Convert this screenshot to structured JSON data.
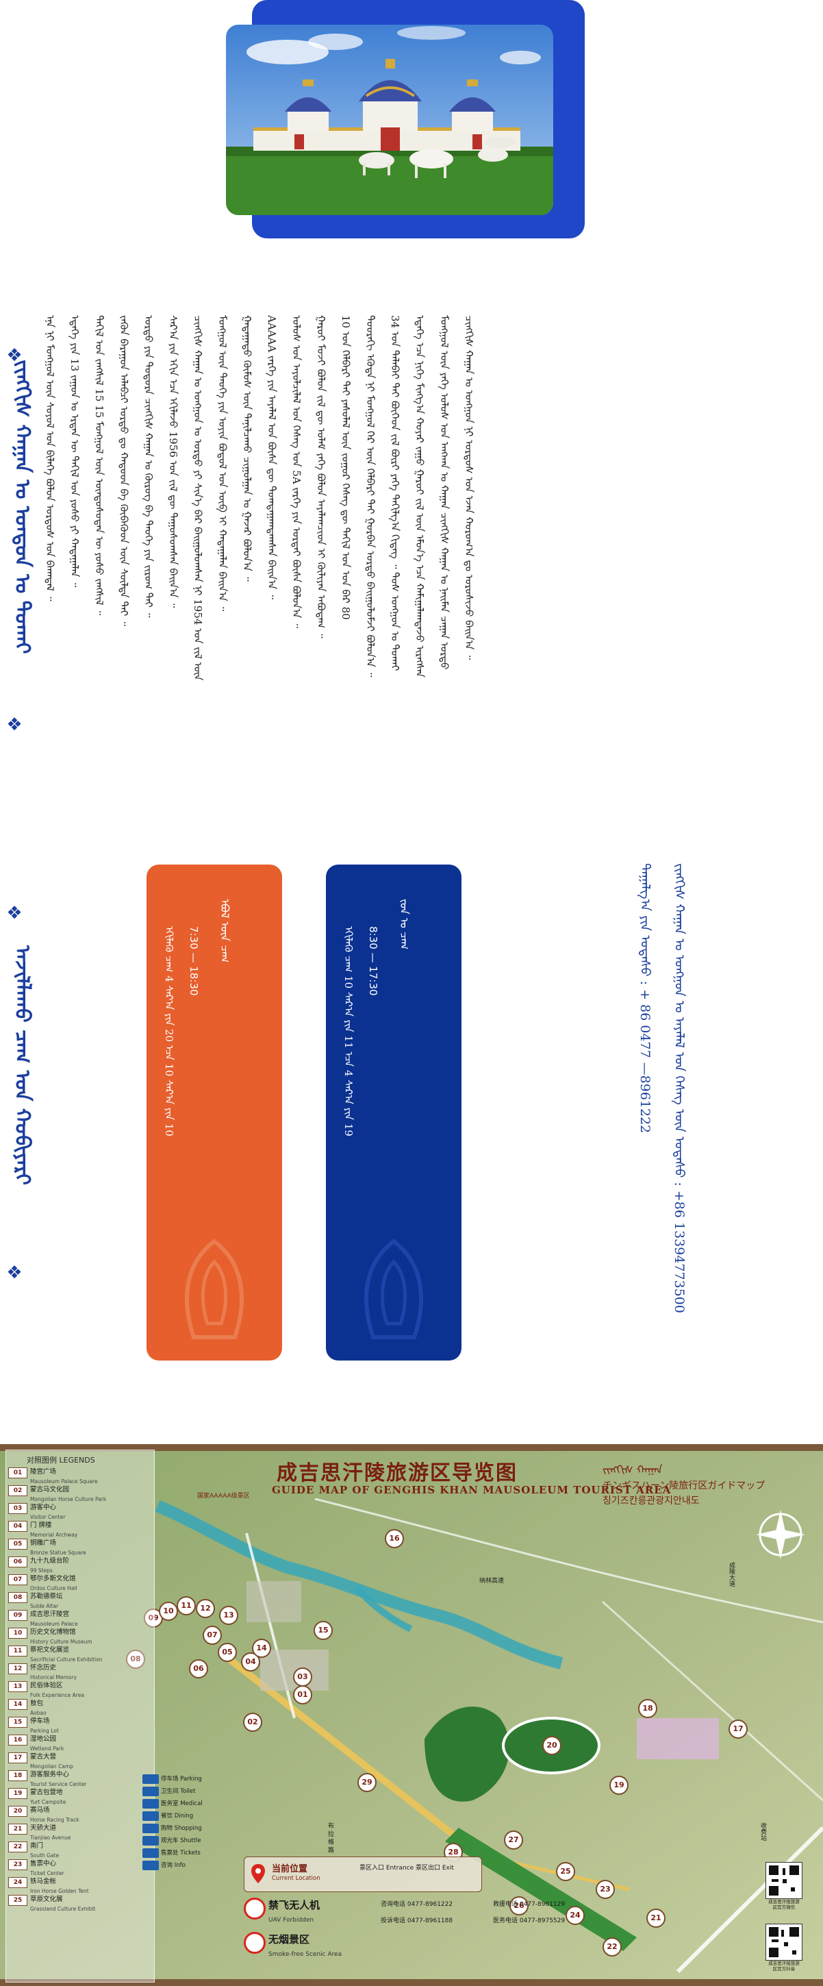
{
  "intro": {
    "heading": "ᠵᠢᠩᠭᠢᠰ ᠬᠠᠭᠠᠨ ᠤ ᠣᠨᠳᠣᠨ ᠤ ᠲᠤᠬᠠᠢ",
    "lines": [
      "ᠴᠢᠩᠭᠢᠰ ᠬᠠᠭᠠᠨ ᠤ ᠣᠩᠭᠣᠨ ᠨᠢ ᠣᠷᠳᠣᠰ ᠤᠨ ᠡᠵᠡᠨ ᠬᠣᠷᠣᠭ᠎ᠠ ᠳᠤ ᠣᠷᠣᠰᠢᠵᠤ ᠪᠠᠢᠨ᠎ᠠ ᠃",
      "ᠮᠣᠩᠭᠣᠯ ᠦᠨ ᠶᠡᠬᠡ ᠤᠯᠤᠰ ᠤᠨ ᠠᠩᠬᠠᠨ ᠤ ᠬᠠᠭᠠᠨ ᠴᠢᠩᠭᠢᠰ ᠬᠠᠭᠠᠨ ᠤ ᠨᠠᠢᠮᠠᠨ ᠴᠠᠭᠠᠨ ᠣᠷᠳᠣ",
      "ᠡᠳᠡᠭᠡ ᠡᠴᠡ ᠨᠢᠭᠡ ᠮᠢᠩᠭ᠎ᠠ ᠬᠣᠶᠠᠷ ᠵᠠᠭᠤ ᠭᠠᠷᠤᠢ ᠵᠢᠯ ᠦᠨ ᠡᠮᠦᠨ᠎ᠡ ᠡᠴᠡ ᠬᠠᠮᠢᠭᠠᠯᠠᠭᠳᠠᠵᠤ ᠢᠷᠡᠭᠰᠡᠨ",
      "34 ᠤᠨ ᠲᠠᠯᠠᠪᠠᠢ ᠲᠠᠢ ᠪᠥᠭᠡᠳ ᠵᠢᠯ ᠪᠦᠷᠢ ᠶᠡᠬᠡ ᠲᠠᠬᠢᠯᠭ᠎ᠠ ᠬᠢᠳᠡᠭ ᠃ ᠲᠤᠰ ᠣᠩᠭᠣᠨ ᠤ ᠲᠤᠬᠠᠢ",
      "ᠳᠣᠣᠷᠠᠬᠢ ᠡᠭᠦᠳᠡ ᠨᠢ ᠮᠣᠩᠭᠣᠯ ᠭᠡᠷ ᠦᠨ ᠬᠡᠯᠪᠡᠷᠢ ᠲᠠᠢ ᠭᠤᠷᠪᠠᠨ ᠣᠷᠳᠣ ᠪᠠᠢᠭᠤᠯᠤᠮᠵᠢ ᠪᠣᠯᠣᠨ᠎ᠠ ᠃",
      "10 ᠤᠨ ᠬᠡᠯᠪᠡᠷᠢ ᠲᠠᠢ ᠶᠠᠰᠤᠯᠠᠯ ᠦᠨ ᠵᠤᠭᠤᠷ ᠬᠡᠰᠡᠭ ᠳᠦ ᠲᠠᠬᠢᠯ ᠤᠨ ᠡᠳ ᠪᠠᠷ 80",
      "ᠭᠠᠷᠤᠢ ᠮᠤᠵᠢ ᠪᠣᠯᠤᠨ ᠵᠢᠯ ᠳᠦ ᠤᠯᠠᠮ ᠶᠡᠬᠡ ᠪᠣᠯᠤᠨ ᠠᠶᠠᠯᠠᠭᠴᠢᠳ ᠢ ᠬᠦᠯᠢᠶᠡᠨ ᠠᠪᠤᠳᠠᠭ ᠃",
      "ᠤᠯᠤᠰ ᠤᠨ ᠠᠶᠤᠯᠴᠢᠯᠠᠯ ᠤᠨ ᠬᠡᠰᠡᠭ ᠤᠨ 5A ᠵᠡᠷᠭᠡ ᠶᠢᠨ ᠤᠷᠳᠠᠢ ᠪᠦᠰᠡ ᠪᠣᠯᠤᠨ᠎ᠠ ᠃",
      "AAAAA ᠵᠡᠷᠭᠡ ᠶᠢᠨ ᠠᠶᠠᠯᠠᠯ ᠤᠨ ᠪᠦᠰᠡ ᠳᠦ ᠲᠣᠭᠲᠠᠭᠠᠭᠳᠠᠭᠰᠠᠨ ᠪᠠᠢᠨ᠎ᠠ ᠃",
      "ᠭᠠᠳᠠᠭᠠᠳᠤ ᠬᠦᠮᠦᠰ ᠦᠨ ᠲᠠᠨᠢᠯᠴᠠᠬᠤ ᠴᠢᠭᠤᠯᠭᠠᠨ ᠤ ᠭᠠᠵᠠᠷ ᠪᠣᠯᠤᠨ᠎ᠠ ᠃",
      "ᠮᠣᠩᠭᠣᠯ ᠦᠨ ᠲᠡᠦᠬᠡ ᠶᠢᠨ ᠣᠶᠢᠨ ᠪᠣᠳᠤᠯ ᠤᠨ ᠥᠪ ᠢ ᠬᠠᠳᠠᠭᠠᠯᠠᠨ ᠪᠠᠢᠨ᠎ᠠ ᠃",
      "ᠴᠢᠩᠭᠢᠰ ᠬᠠᠭᠠᠨ ᠤ ᠣᠩᠭᠣᠨ ᠤ ᠣᠷᠳᠣ ᠶᠢ ᠰᠢᠨ᠎ᠡ ᠪᠡᠷ ᠪᠠᠢᠭᠤᠯᠤᠭᠰᠠᠨ ᠨᠢ 1954 ᠤᠨ ᠵᠢᠯ ᠦᠨ",
      "ᠰᠠᠷ᠎ᠠ ᠶᠢᠨ ᠡᠬᠢᠨ ᠡᠴᠡ ᠡᠬᠢᠯᠡᠵᠦ 1956 ᠤᠨ ᠵᠢᠯ ᠳᠦ ᠳᠠᠭᠤᠰᠤᠭᠰᠠᠨ ᠪᠠᠢᠨ᠎ᠠ ᠃",
      "ᠣᠷᠳᠣ ᠶᠢᠨ ᠳᠣᠲᠣᠷᠠ ᠴᠢᠩᠭᠢᠰ ᠬᠠᠭᠠᠨ ᠤ ᠬᠥᠷᠥᠭ ᠪᠠ ᠲᠡᠦᠬᠡ ᠶᠢᠨ ᠵᠢᠷᠤᠭ ᠲᠠᠢ ᠃",
      "ᠵᠡᠭᠦᠨ ᠪᠠᠷᠠᠭᠤᠨ ᠠᠯᠠᠪᠴᠢ ᠣᠷᠳᠣ ᠳᠤ ᠬᠠᠲᠤᠳ ᠪᠠ ᠬᠥᠪᠡᠭᠦᠳ ᠦᠨ ᠰᠦᠯᠳᠡ ᠲᠠᠢ ᠃",
      "ᠲᠠᠬᠢᠯ ᠤᠨ ᠵᠠᠩᠱᠢᠯ 15 15 ᠮᠣᠩᠭᠣᠯ ᠦᠨ ᠦᠨᠳᠦᠰᠦᠲᠡᠨ ᠦ ᠶᠣᠰᠣ ᠵᠠᠩᠱᠢᠯ ᠃",
      "ᠡᠳᠡᠭᠡ ᠶᠢᠨ 13 ᠵᠠᠭᠤᠨ ᠤ ᠡᠷᠲᠡᠨ ᠦ ᠲᠠᠬᠢᠯ ᠤᠨ ᠶᠣᠰᠣ ᠶᠢ ᠬᠠᠳᠠᠭᠠᠯᠠᠨ ᠃",
      "ᠡᠨᠡ ᠨᠢ ᠮᠣᠩᠭᠣᠯ ᠦᠨ ᠰᠣᠶᠣᠯ ᠤᠨ ᠪᠢᠯᠡᠭᠡ ᠪᠣᠯᠤᠨ ᠣᠷᠳᠣᠰ ᠤᠨ ᠪᠠᠬᠠᠳᠠᠯ ᠃"
    ]
  },
  "hours": {
    "heading": "ᠠᠵᠢᠯᠯᠠᠬᠤ ᠴᠠᠭ ᠤᠨ ᠬᠤᠪᠢᠶᠠᠷᠢ",
    "winter": {
      "title": "ᠡᠪᠦᠯ ᠦᠨ ᠴᠠᠭ",
      "time": "7:30 — 18:30",
      "desc": "ᠡᠬᠢᠯᠡᠬᠦ ᠴᠠᠭ 4 ᠰᠠᠷ᠎ᠠ ᠶᠢᠨ 20 ᠡᠴᠡ 10 ᠰᠠᠷ᠎ᠠ ᠶᠢᠨ 10"
    },
    "summer": {
      "title": "ᠵᠤᠨ ᠤ ᠴᠠᠭ",
      "time": "8:30 — 17:30",
      "desc": "ᠡᠬᠢᠯᠡᠬᠦ ᠴᠠᠭ 10 ᠰᠠᠷ᠎ᠠ ᠶᠢᠨ 11 ᠡᠴᠡ 4 ᠰᠠᠷ᠎ᠠ ᠶᠢᠨ 19"
    }
  },
  "contact": {
    "line1": "ᠵᠢᠩᠭᠢᠰ ᠬᠠᠭᠠᠨ ᠤ ᠣᠩᠭᠣᠨ ᠤ ᠠᠶᠠᠯᠠᠯ ᠤᠨ ᠬᠡᠰᠡᠭ ᠦᠨ ᠤᠲᠠᠰᠤ : +86  13394773500",
    "line2": "ᠳᠠᠭᠠᠯᠭ᠎ᠠ ᠶᠢᠨ ᠤᠲᠠᠰᠤ : + 86  0477 —8961222"
  },
  "map": {
    "title_cn": "成吉思汗陵旅游区导览图",
    "title_en": "GUIDE MAP OF GENGHIS KHAN MAUSOLEUM TOURIST AREA",
    "title_mn": "ᠵᠢᠩᠭᠢᠰ ᠬᠠᠭᠠᠨ",
    "title_jp": "チンギスハーン陵旅行区ガイドマップ",
    "title_kr": "칭기즈칸릉관광지안내도",
    "logo_text": "国家AAAAA级景区",
    "legend_title": "对照图例 LEGENDS",
    "legend": [
      {
        "num": "01",
        "cn": "陵宫广场",
        "en": "Mausoleum Palace Square"
      },
      {
        "num": "02",
        "cn": "蒙古马文化园",
        "en": "Mongolian Horse Culture Park"
      },
      {
        "num": "03",
        "cn": "游客中心",
        "en": "Visitor Center"
      },
      {
        "num": "04",
        "cn": "门 牌楼",
        "en": "Memorial Archway"
      },
      {
        "num": "05",
        "cn": "铜雕广场",
        "en": "Bronze Statue Square"
      },
      {
        "num": "06",
        "cn": "九十九级台阶",
        "en": "99 Steps"
      },
      {
        "num": "07",
        "cn": "鄂尔多斯文化馆",
        "en": "Ordos Culture Hall"
      },
      {
        "num": "08",
        "cn": "苏勒德祭坛",
        "en": "Sulde Altar"
      },
      {
        "num": "09",
        "cn": "成吉思汗陵宫",
        "en": "Mausoleum Palace"
      },
      {
        "num": "10",
        "cn": "历史文化博物馆",
        "en": "History Culture Museum"
      },
      {
        "num": "11",
        "cn": "祭祀文化展览",
        "en": "Sacrificial Culture Exhibition"
      },
      {
        "num": "12",
        "cn": "怀念历史",
        "en": "Historical Memory"
      },
      {
        "num": "13",
        "cn": "民俗体验区",
        "en": "Folk Experience Area"
      },
      {
        "num": "14",
        "cn": "敖包",
        "en": "Aobao"
      },
      {
        "num": "15",
        "cn": "停车场",
        "en": "Parking Lot"
      },
      {
        "num": "16",
        "cn": "湿地公园",
        "en": "Wetland Park"
      },
      {
        "num": "17",
        "cn": "蒙古大营",
        "en": "Mongolian Camp"
      },
      {
        "num": "18",
        "cn": "游客服务中心",
        "en": "Tourist Service Center"
      },
      {
        "num": "19",
        "cn": "蒙古包营地",
        "en": "Yurt Campsite"
      },
      {
        "num": "20",
        "cn": "赛马场",
        "en": "Horse Racing Track"
      },
      {
        "num": "21",
        "cn": "天骄大道",
        "en": "Tianjiao Avenue"
      },
      {
        "num": "22",
        "cn": "南门",
        "en": "South Gate"
      },
      {
        "num": "23",
        "cn": "售票中心",
        "en": "Ticket Center"
      },
      {
        "num": "24",
        "cn": "铁马金帐",
        "en": "Iron Horse Golden Tent"
      },
      {
        "num": "25",
        "cn": "草原文化展",
        "en": "Grassland Culture Exhibit"
      }
    ],
    "services": [
      {
        "cn": "停车场",
        "en": "Parking"
      },
      {
        "cn": "卫生间",
        "en": "Toilet"
      },
      {
        "cn": "医务室",
        "en": "Medical"
      },
      {
        "cn": "餐饮",
        "en": "Dining"
      },
      {
        "cn": "购物",
        "en": "Shopping"
      },
      {
        "cn": "观光车",
        "en": "Shuttle"
      },
      {
        "cn": "售票处",
        "en": "Tickets"
      },
      {
        "cn": "咨询",
        "en": "Info"
      }
    ],
    "pins": [
      "01",
      "02",
      "03",
      "04",
      "05",
      "06",
      "07",
      "08",
      "09",
      "10",
      "11",
      "12",
      "13",
      "14",
      "15",
      "16",
      "17",
      "18",
      "19",
      "20",
      "21",
      "22",
      "23",
      "24",
      "25",
      "26",
      "27",
      "28",
      "29"
    ],
    "current_location": "当前位置",
    "current_location_en": "Current Location",
    "entrance": "景区入口 Entrance",
    "exit": "景区出口 Exit",
    "uav_cn": "禁飞无人机",
    "uav_en": "UAV Forbidden",
    "smoke_cn": "无烟景区",
    "smoke_en": "Smoke-free Scenic Area",
    "phones": [
      "咨询电话 0477-8961222",
      "投诉电话 0477-8961188",
      "救援电话 0477-8961129",
      "医务电话 0477-8975529"
    ],
    "qr1_caption": "成吉思汗陵旅游区官方微信",
    "qr2_caption": "成吉思汗陵旅游区官方抖音",
    "road_label": "布 拉 格 路",
    "north_road": "成陵大道",
    "south_road": "纳林高速",
    "sd": "收费站"
  },
  "colors": {
    "brand_blue": "#1c3f9e",
    "card_orange": "#e65f2d",
    "card_blue": "#0b3291",
    "map_title": "#7a1f12"
  }
}
